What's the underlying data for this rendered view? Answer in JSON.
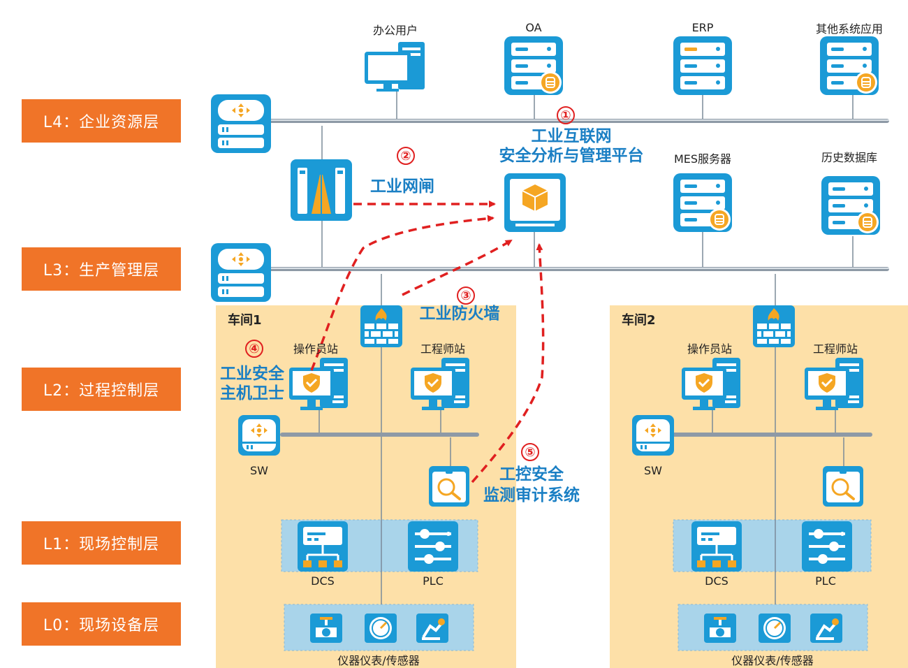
{
  "layers": [
    {
      "label": "L4：企业资源层"
    },
    {
      "label": "L3：生产管理层"
    },
    {
      "label": "L2：过程控制层"
    },
    {
      "label": "L1：现场控制层"
    },
    {
      "label": "L0：现场设备层"
    }
  ],
  "top_nodes": {
    "office_users": "办公用户",
    "oa": "OA",
    "erp": "ERP",
    "other_apps": "其他系统应用",
    "mes": "MES服务器",
    "history_db": "历史数据库"
  },
  "callouts": {
    "n1": "①",
    "n2": "②",
    "n3": "③",
    "n4": "④",
    "n5": "⑤",
    "platform_line1": "工业互联网",
    "platform_line2": "安全分析与管理平台",
    "gateway": "工业网闸",
    "firewall": "工业防火墙",
    "host_guard_line1": "工业安全",
    "host_guard_line2": "主机卫士",
    "audit_line1": "工控安全",
    "audit_line2": "监测审计系统"
  },
  "workshops": [
    {
      "title": "车间1",
      "operator": "操作员站",
      "engineer": "工程师站",
      "sw": "SW",
      "dcs": "DCS",
      "plc": "PLC",
      "sensors": "仪器仪表/传感器"
    },
    {
      "title": "车间2",
      "operator": "操作员站",
      "engineer": "工程师站",
      "sw": "SW",
      "dcs": "DCS",
      "plc": "PLC",
      "sensors": "仪器仪表/传感器"
    }
  ],
  "colors": {
    "layer_orange": "#f07428",
    "icon_blue": "#1b9ad6",
    "accent_orange": "#f5a623",
    "workshop_fill": "#fde0a8",
    "arrow_red": "#e02020",
    "callout_blue": "#1a7fc4"
  }
}
